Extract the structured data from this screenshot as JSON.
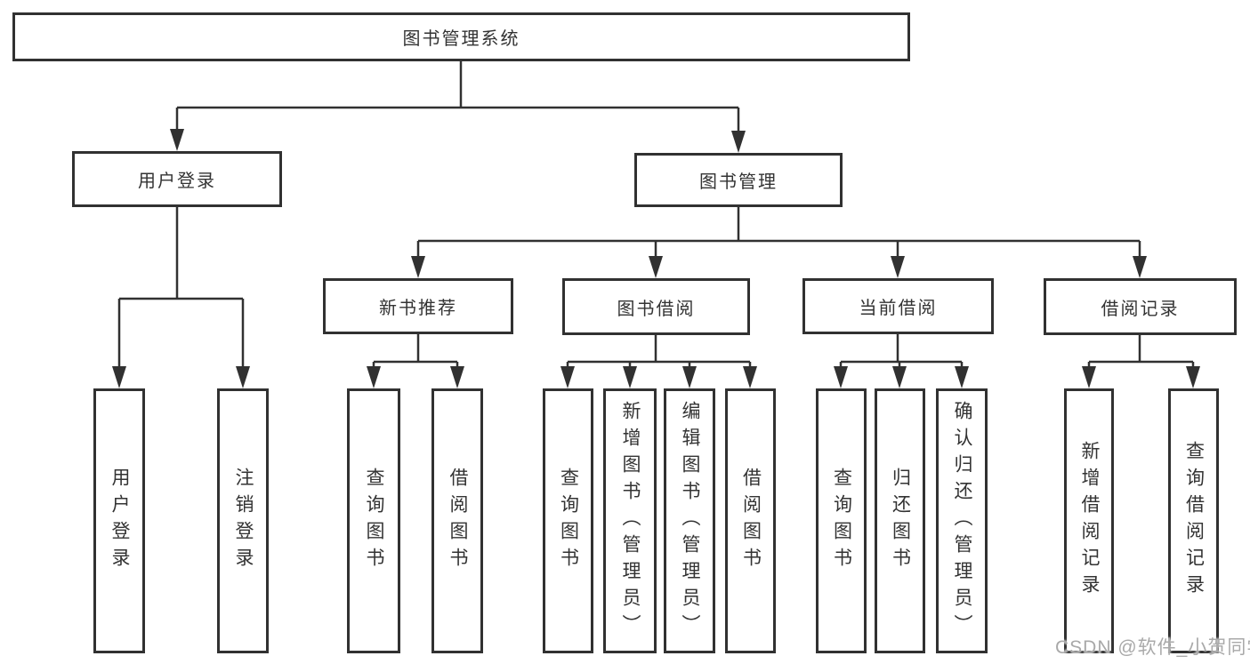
{
  "diagram": {
    "title": "图书管理系统"
  },
  "nodes": [
    {
      "id": "library-system",
      "label": "图书管理系统",
      "parent": null
    },
    {
      "id": "user-login",
      "label": "用户登录",
      "parent": "library-system"
    },
    {
      "id": "book-management",
      "label": "图书管理",
      "parent": "library-system"
    },
    {
      "id": "new-book-recommend",
      "label": "新书推荐",
      "parent": "book-management"
    },
    {
      "id": "book-borrowing",
      "label": "图书借阅",
      "parent": "book-management"
    },
    {
      "id": "current-borrowing",
      "label": "当前借阅",
      "parent": "book-management"
    },
    {
      "id": "borrowing-records",
      "label": "借阅记录",
      "parent": "book-management"
    },
    {
      "id": "ul-user-login",
      "label": "用户登录",
      "parent": "user-login"
    },
    {
      "id": "ul-logout",
      "label": "注销登录",
      "parent": "user-login"
    },
    {
      "id": "nbr-query-books",
      "label": "查询图书",
      "parent": "new-book-recommend"
    },
    {
      "id": "nbr-borrow-books",
      "label": "借阅图书",
      "parent": "new-book-recommend"
    },
    {
      "id": "bb-query-books",
      "label": "查询图书",
      "parent": "book-borrowing"
    },
    {
      "id": "bb-add-books",
      "label": "新增图书（管理员）",
      "parent": "book-borrowing"
    },
    {
      "id": "bb-edit-books",
      "label": "编辑图书（管理员）",
      "parent": "book-borrowing"
    },
    {
      "id": "bb-borrow-books",
      "label": "借阅图书",
      "parent": "book-borrowing"
    },
    {
      "id": "cb-query-books",
      "label": "查询图书",
      "parent": "current-borrowing"
    },
    {
      "id": "cb-return-books",
      "label": "归还图书",
      "parent": "current-borrowing"
    },
    {
      "id": "cb-confirm-return",
      "label": "确认归还（管理员）",
      "parent": "current-borrowing"
    },
    {
      "id": "br-add-record",
      "label": "新增借阅记录",
      "parent": "borrowing-records"
    },
    {
      "id": "br-query-record",
      "label": "查询借阅记录",
      "parent": "borrowing-records"
    }
  ],
  "watermark": {
    "text": "CSDN @软件_小贺同学"
  },
  "colors": {
    "line": "#313131",
    "box_border": "#313131",
    "box_bg": "#ffffff",
    "text": "#333333",
    "watermark": "#a9a9a9"
  }
}
